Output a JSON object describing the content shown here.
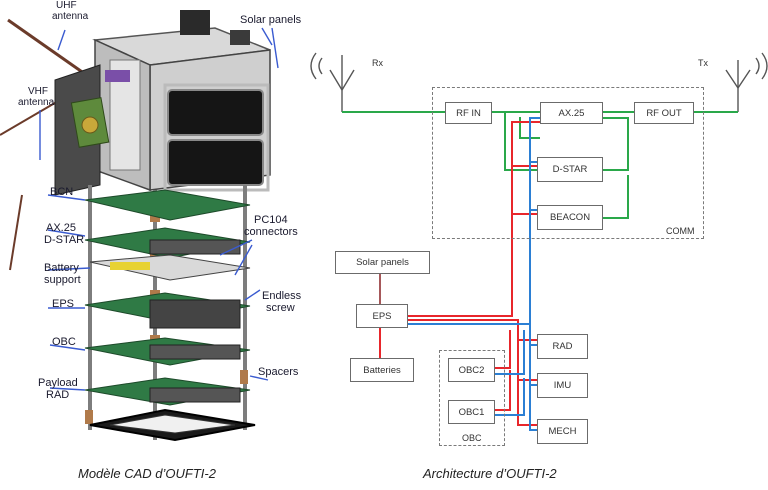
{
  "cad": {
    "caption": "Modèle CAD d’OUFTI-2",
    "labels": {
      "uhf_antenna_1": "UHF",
      "uhf_antenna_2": "antenna",
      "solar_panels": "Solar panels",
      "vhf_antenna_1": "VHF",
      "vhf_antenna_2": "antenna",
      "bcn": "BCN",
      "ax25": "AX.25",
      "dstar": "D-STAR",
      "battery_1": "Battery",
      "battery_2": "support",
      "eps": "EPS",
      "obc": "OBC",
      "payload_1": "Payload",
      "payload_2": "RAD",
      "pc104_1": "PC104",
      "pc104_2": "connectors",
      "endless_1": "Endless",
      "endless_2": "screw",
      "spacers": "Spacers"
    }
  },
  "arch": {
    "caption": "Architecture d’OUFTI-2",
    "rx": "Rx",
    "tx": "Tx",
    "blocks": {
      "rf_in": "RF IN",
      "ax25": "AX.25",
      "rf_out": "RF OUT",
      "dstar": "D-STAR",
      "beacon": "BEACON",
      "solar": "Solar panels",
      "eps": "EPS",
      "batteries": "Batteries",
      "rad": "RAD",
      "obc2": "OBC2",
      "imu": "IMU",
      "obc1": "OBC1",
      "mech": "MECH"
    },
    "groups": {
      "comm": "COMM",
      "obc": "OBC"
    },
    "colors": {
      "rf": "#2aa84a",
      "power": "#e8262b",
      "data": "#2b7fd4",
      "link": "#7a7a7a"
    }
  }
}
